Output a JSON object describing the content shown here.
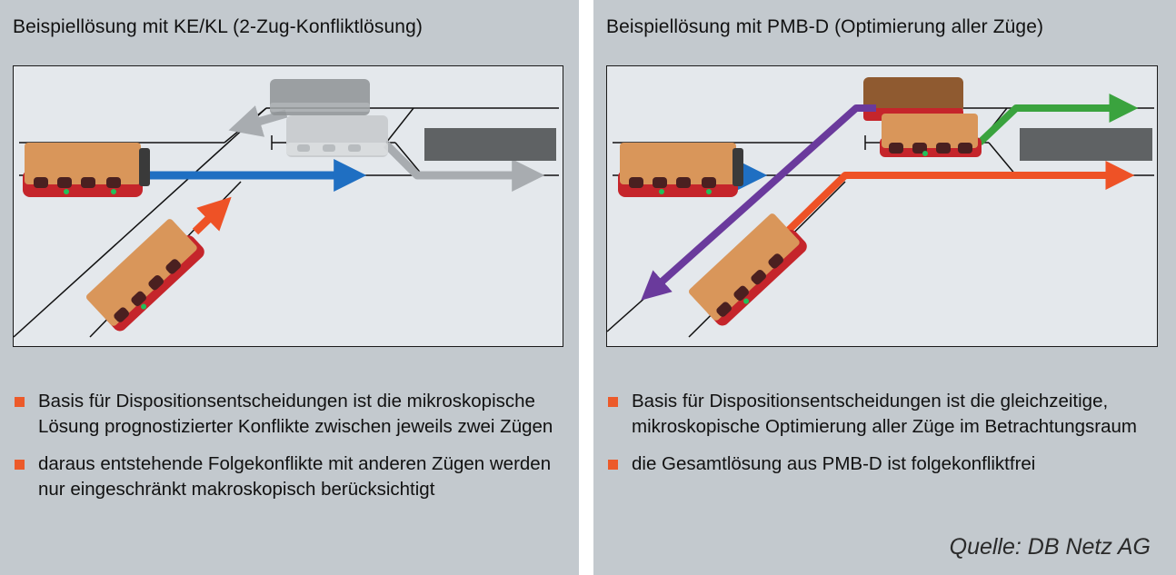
{
  "left_panel": {
    "title": "Beispiellösung mit KE/KL (2-Zug-Konfliktlösung)",
    "bullets": [
      "Basis für Dispositionsentscheidungen ist die mikroskopische Lösung prognostizierter Konflikte zwischen jeweils zwei Zügen",
      "daraus entstehende Folgekonflikte mit anderen Zügen werden nur eingeschränkt makroskopisch berücksichtigt"
    ]
  },
  "right_panel": {
    "title": "Beispiellösung mit PMB-D (Optimierung aller Züge)",
    "bullets": [
      "Basis für Dispositionsentscheidungen ist die gleichzeitige, mikroskopische Optimierung aller Züge im Betrachtungsraum",
      "die Gesamtlösung aus PMB-D ist folgekonfliktfrei"
    ],
    "source": "Quelle: DB Netz AG"
  },
  "colors": {
    "panel_bg": "#c3c9ce",
    "diagram_bg": "#e4e8ec",
    "bullet": "#ec5a2a",
    "arrow_blue": "#1f6fc2",
    "arrow_red": "#ee5226",
    "arrow_green": "#3aa33e",
    "arrow_purple": "#6a3a9c",
    "arrow_gray": "#a8acb0",
    "train_body": "#d9965a",
    "train_base": "#c5252b",
    "train_brown": "#8f5a30",
    "train_ghost": "#b8bcbf"
  }
}
